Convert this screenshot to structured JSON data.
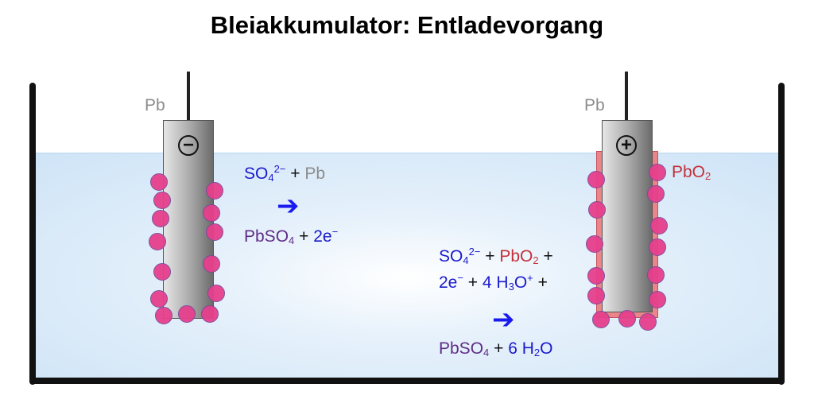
{
  "title": "Bleiakkumulator: Entladevorgang",
  "left_electrode": {
    "label": "Pb",
    "sign": "−"
  },
  "right_electrode": {
    "label": "Pb",
    "sign": "+",
    "coating_label": "PbO",
    "coating_sub": "2"
  },
  "left_reaction": {
    "reactants": {
      "so": "SO",
      "so_sub": "4",
      "so_sup": "2−",
      "plus": " + ",
      "pb": "Pb"
    },
    "arrow": "➔",
    "products": {
      "pbso": "PbSO",
      "pbso_sub": "4",
      "plus": " + ",
      "e": "2e",
      "e_sup": "−"
    }
  },
  "right_reaction": {
    "line1": {
      "so": "SO",
      "so_sub": "4",
      "so_sup": "2−",
      "plus1": " + ",
      "pbo": "PbO",
      "pbo_sub": "2",
      "plus2": " +"
    },
    "line2": {
      "e": "2e",
      "e_sup": "−",
      "plus1": " + ",
      "h": "4 H",
      "h_sub": "3",
      "o": "O",
      "o_sup": "+",
      "plus2": " +"
    },
    "arrow": "➔",
    "line3": {
      "pbso": "PbSO",
      "pbso_sub": "4",
      "plus": " + ",
      "h": "6 H",
      "h_sub": "2",
      "o": "O"
    }
  },
  "colors": {
    "reactant": "#1a1acc",
    "lead": "#8c8c8c",
    "sulfate": "#5e2d86",
    "oxide": "#c2303a",
    "sulfate_dots": "#e6408c"
  }
}
